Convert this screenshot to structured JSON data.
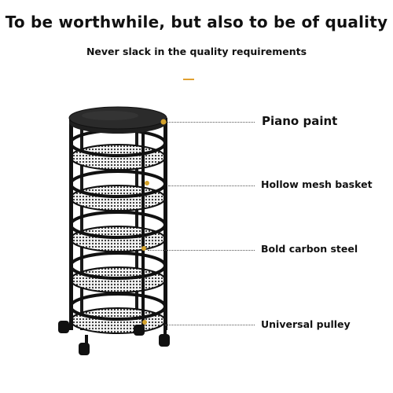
{
  "header": {
    "headline": "To be worthwhile, but also to be of quality",
    "subheadline": "Never slack in the quality requirements",
    "accent_color": "#e1a030"
  },
  "callouts": [
    {
      "label": "Piano paint"
    },
    {
      "label": "Hollow mesh basket"
    },
    {
      "label": "Bold carbon steel"
    },
    {
      "label": "Universal pulley"
    }
  ],
  "product": {
    "image_description_icon": "rolling-round-storage-cart-icon",
    "frame_color": "#1a1a1a",
    "accent_color": "#d4a22b"
  }
}
